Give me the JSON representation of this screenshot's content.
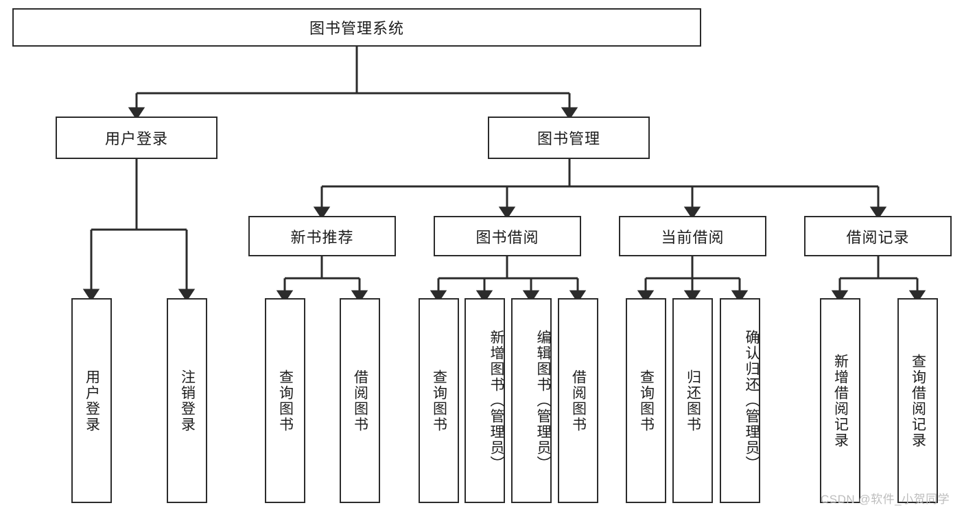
{
  "diagram": {
    "type": "tree",
    "title": "图书管理系统",
    "watermark": "CSDN @软件_小贺同学",
    "colors": {
      "stroke": "#2b2b2b",
      "fill": "#ffffff",
      "text": "#1c1c1c",
      "watermark": "#bdbdbd"
    },
    "nodes": {
      "root": {
        "label": "图书管理系统"
      },
      "level2": [
        {
          "id": "user-login",
          "label": "用户登录"
        },
        {
          "id": "book-management",
          "label": "图书管理"
        }
      ],
      "level3": [
        {
          "id": "new-book-recommend",
          "label": "新书推荐"
        },
        {
          "id": "book-borrow",
          "label": "图书借阅"
        },
        {
          "id": "current-borrow",
          "label": "当前借阅"
        },
        {
          "id": "borrow-record",
          "label": "借阅记录"
        }
      ],
      "leaves": {
        "user-login": [
          {
            "id": "leaf-user-login",
            "label": "用户登录"
          },
          {
            "id": "leaf-logout-login",
            "label": "注销登录"
          }
        ],
        "new-book-recommend": [
          {
            "id": "leaf-query-book-1",
            "label": "查询图书"
          },
          {
            "id": "leaf-borrow-book-1",
            "label": "借阅图书"
          }
        ],
        "book-borrow": [
          {
            "id": "leaf-query-book-2",
            "label": "查询图书"
          },
          {
            "id": "leaf-add-book",
            "label": "新增图书（管理员）"
          },
          {
            "id": "leaf-edit-book",
            "label": "编辑图书（管理员）"
          },
          {
            "id": "leaf-borrow-book-2",
            "label": "借阅图书"
          }
        ],
        "current-borrow": [
          {
            "id": "leaf-query-book-3",
            "label": "查询图书"
          },
          {
            "id": "leaf-return-book",
            "label": "归还图书"
          },
          {
            "id": "leaf-confirm-return",
            "label": "确认归还（管理员）"
          }
        ],
        "borrow-record": [
          {
            "id": "leaf-add-record",
            "label": "新增借阅记录"
          },
          {
            "id": "leaf-query-record",
            "label": "查询借阅记录"
          }
        ]
      }
    },
    "edges": [
      {
        "from": "图书管理系统",
        "to": "用户登录"
      },
      {
        "from": "图书管理系统",
        "to": "图书管理"
      },
      {
        "from": "用户登录",
        "to": "用户登录"
      },
      {
        "from": "用户登录",
        "to": "注销登录"
      },
      {
        "from": "图书管理",
        "to": "新书推荐"
      },
      {
        "from": "图书管理",
        "to": "图书借阅"
      },
      {
        "from": "图书管理",
        "to": "当前借阅"
      },
      {
        "from": "图书管理",
        "to": "借阅记录"
      },
      {
        "from": "新书推荐",
        "to": "查询图书"
      },
      {
        "from": "新书推荐",
        "to": "借阅图书"
      },
      {
        "from": "图书借阅",
        "to": "查询图书"
      },
      {
        "from": "图书借阅",
        "to": "新增图书（管理员）"
      },
      {
        "from": "图书借阅",
        "to": "编辑图书（管理员）"
      },
      {
        "from": "图书借阅",
        "to": "借阅图书"
      },
      {
        "from": "当前借阅",
        "to": "查询图书"
      },
      {
        "from": "当前借阅",
        "to": "归还图书"
      },
      {
        "from": "当前借阅",
        "to": "确认归还（管理员）"
      },
      {
        "from": "借阅记录",
        "to": "新增借阅记录"
      },
      {
        "from": "借阅记录",
        "to": "查询借阅记录"
      }
    ]
  }
}
